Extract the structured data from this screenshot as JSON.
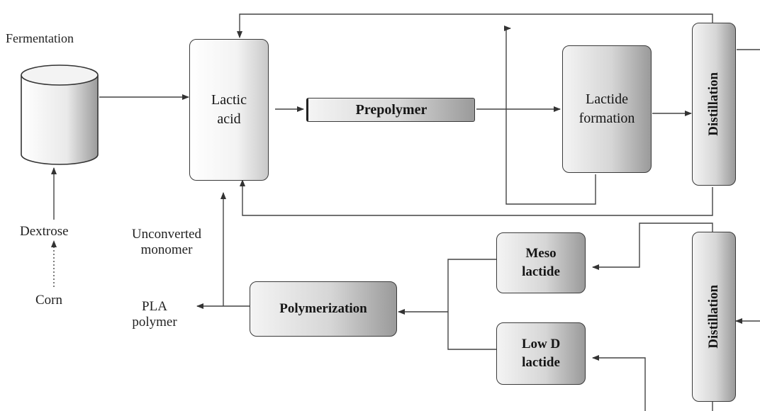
{
  "labels": {
    "fermentation": "Fermentation",
    "dextrose": "Dextrose",
    "corn": "Corn",
    "unconverted": "Unconverted monomer",
    "pla_polymer": "PLA polymer"
  },
  "boxes": {
    "lactic_acid": "Lactic acid",
    "prepolymer": "Prepolymer",
    "lactide_formation": "Lactide formation",
    "distillation_top": "Distillation",
    "distillation_bottom": "Distillation",
    "meso_lactide": "Meso lactide",
    "low_d_lactide": "Low D lactide",
    "polymerization": "Polymerization"
  }
}
